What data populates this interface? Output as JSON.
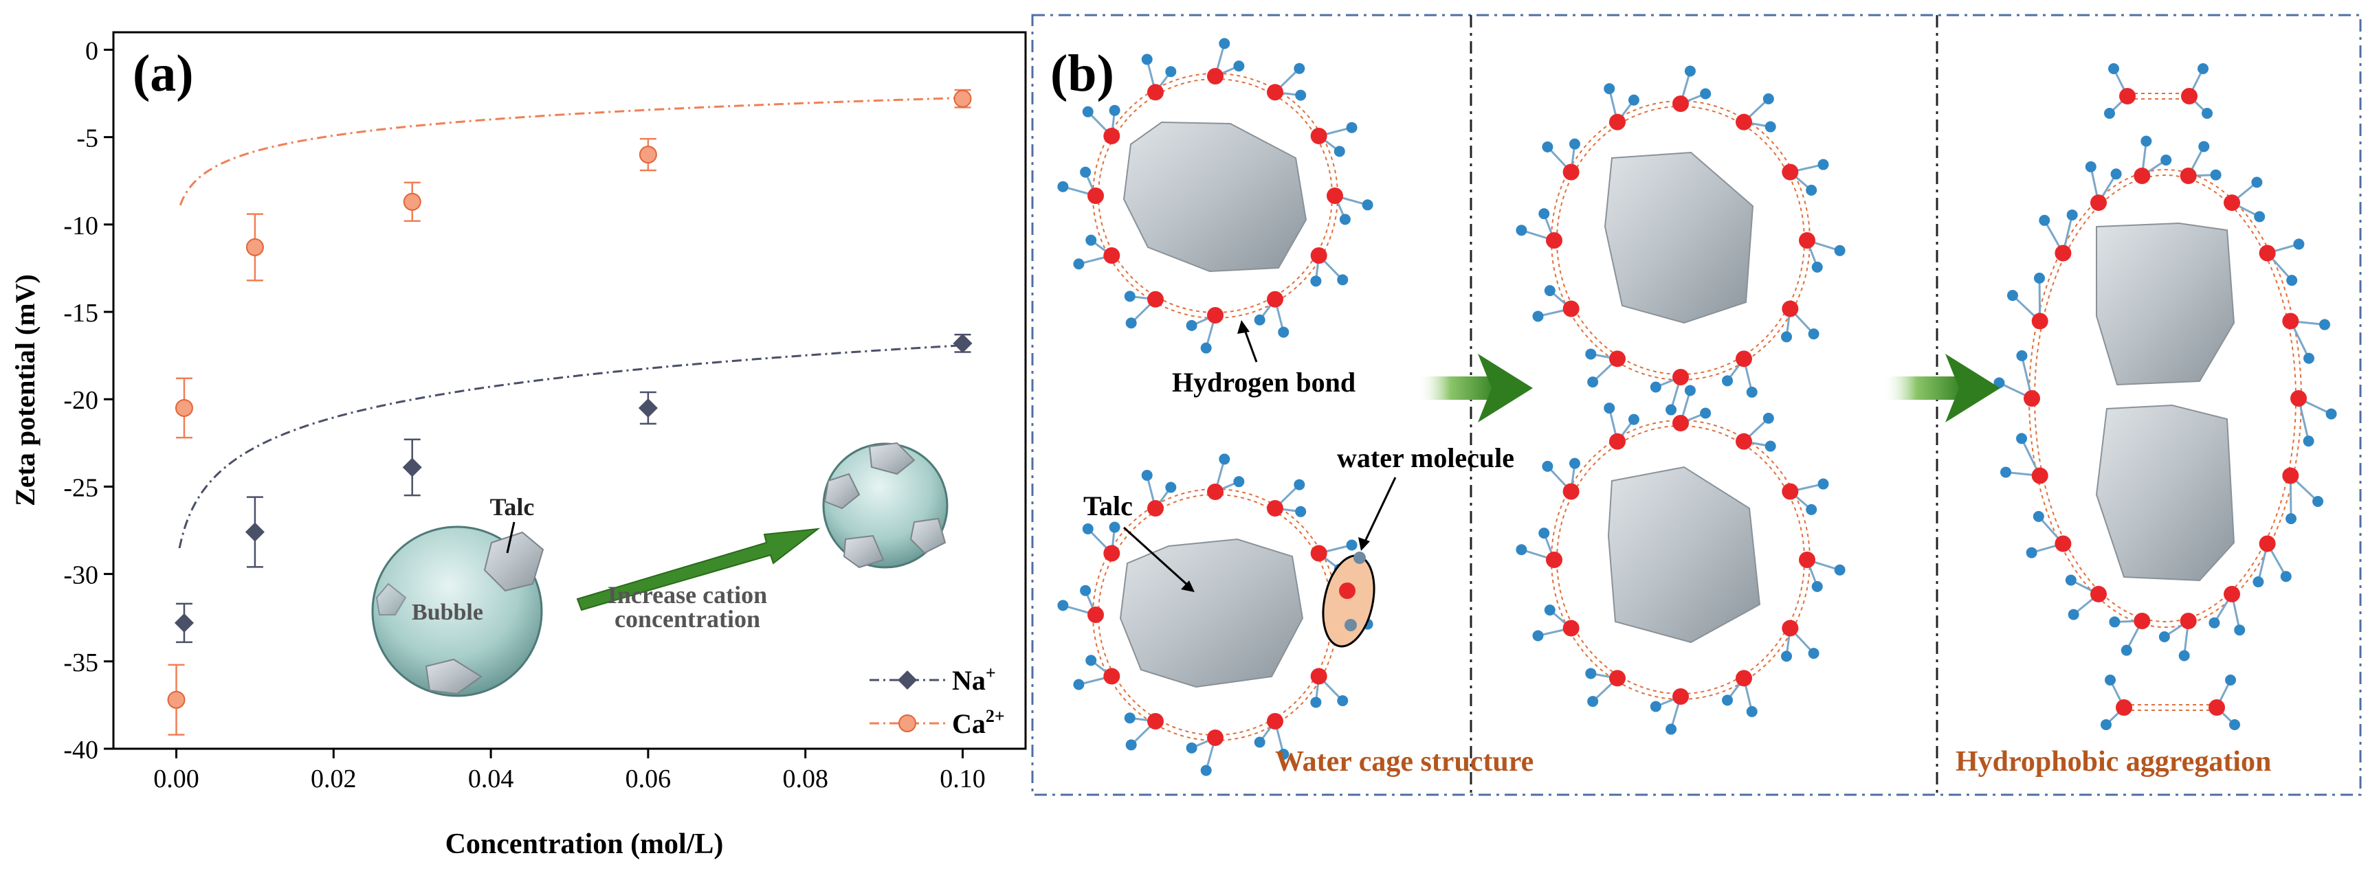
{
  "panel_a": {
    "label": "(a)",
    "chart_data": {
      "type": "scatter",
      "xlabel": "Concentration (mol/L)",
      "ylabel": "Zeta potential (mV)",
      "xlim": [
        -0.008,
        0.108
      ],
      "ylim": [
        -40,
        1
      ],
      "xticks": [
        0.0,
        0.02,
        0.04,
        0.06,
        0.08,
        0.1
      ],
      "xtick_labels": [
        "0.00",
        "0.02",
        "0.04",
        "0.06",
        "0.08",
        "0.10"
      ],
      "yticks": [
        0,
        -5,
        -10,
        -15,
        -20,
        -25,
        -30,
        -35,
        -40
      ],
      "ytick_labels": [
        "0",
        "-5",
        "-10",
        "-15",
        "-20",
        "-25",
        "-30",
        "-35",
        "-40"
      ],
      "legend_position": "bottom-right",
      "series": [
        {
          "name": "Na",
          "name_sup": "+",
          "color": "#4a5068",
          "marker": "diamond",
          "x": [
            0.001,
            0.01,
            0.03,
            0.06,
            0.1
          ],
          "y": [
            -32.8,
            -27.6,
            -23.9,
            -20.5,
            -16.8
          ],
          "err": [
            1.1,
            2.0,
            1.6,
            0.9,
            0.5
          ]
        },
        {
          "name": "Ca",
          "name_sup": "2+",
          "color": "#f07f55",
          "marker": "circle",
          "x": [
            0.0,
            0.001,
            0.01,
            0.03,
            0.06,
            0.1
          ],
          "y": [
            -37.2,
            -20.5,
            -11.3,
            -8.7,
            -6.0,
            -2.8
          ],
          "err": [
            2.0,
            1.7,
            1.9,
            1.1,
            0.9,
            0.5
          ]
        }
      ]
    },
    "inset": {
      "talc_label": "Talc",
      "bubble_label": "Bubble",
      "arrow_text_1": "Increase cation",
      "arrow_text_2": "concentration"
    }
  },
  "panel_b": {
    "label": "(b)",
    "hydrogen_bond_label": "Hydrogen bond",
    "talc_label": "Talc",
    "water_molecule_label": "water molecule",
    "water_cage_label": "Water cage structure",
    "hydrophobic_label": "Hydrophobic aggregation",
    "colors": {
      "oxygen": "#e8262a",
      "hydrogen": "#2f86c4",
      "bond_dash": "#e0703a",
      "caption": "#b5561e",
      "frame": "#4f6fa3",
      "arrow": "#3f8f2a"
    }
  }
}
